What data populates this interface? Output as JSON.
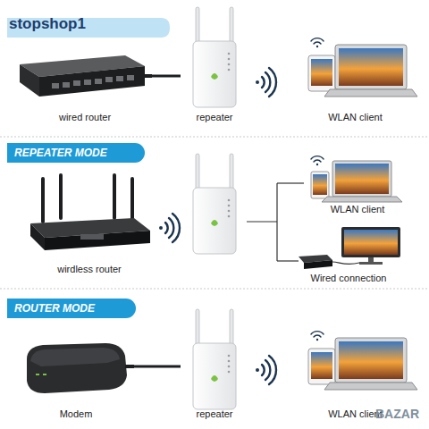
{
  "diagram": {
    "nodes": [
      {
        "text": [
          "wired router"
        ]
      },
      {
        "text": [
          "repeater"
        ]
      },
      {
        "text": [
          "WLAN client"
        ]
      },
      {
        "text": [
          "REPEATER MODE"
        ]
      },
      {
        "text": [
          "wirdless router"
        ]
      },
      {
        "text": [
          "WLAN client"
        ]
      },
      {
        "text": [
          "Wired connection"
        ]
      },
      {
        "text": [
          "ROUTER MODE"
        ]
      },
      {
        "text": [
          "Modem"
        ]
      },
      {
        "text": [
          "repeater"
        ]
      },
      {
        "text": [
          "WLAN client"
        ]
      }
    ],
    "edges": [
      {
        "from": 0,
        "to": 1,
        "arrow": "none"
      },
      {
        "from": 8,
        "to": 9,
        "arrow": "none"
      }
    ],
    "labels": [
      "stopshop1",
      "BAZAR"
    ]
  }
}
